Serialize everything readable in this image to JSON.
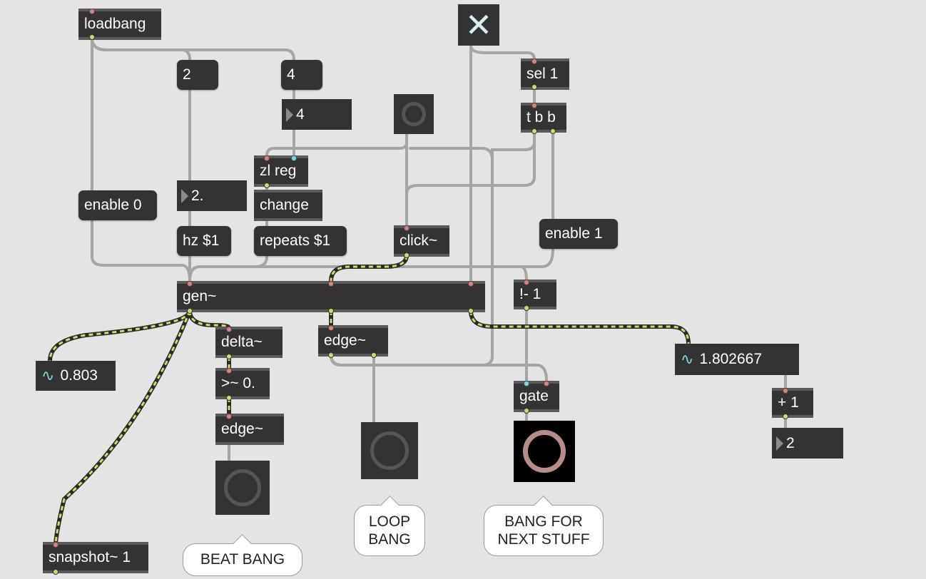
{
  "patch": {
    "objects": {
      "loadbang": "loadbang",
      "sel1": "sel 1",
      "tbb": "t b b",
      "zlreg": "zl reg",
      "change": "change",
      "clicktilde": "click~",
      "gen": "gen~",
      "not1": "!- 1",
      "delta": "delta~",
      "gte": ">~ 0.",
      "edge1": "edge~",
      "edge2": "edge~",
      "gate": "gate",
      "plus1": "+ 1",
      "snapshot": "snapshot~ 1"
    },
    "messages": {
      "two": "2",
      "four": "4",
      "enable0": "enable 0",
      "hz": "hz $1",
      "repeats": "repeats $1",
      "enable1": "enable 1"
    },
    "numbers": {
      "four": "4",
      "twoFloat": "2.",
      "two": "2"
    },
    "signal_numbers": {
      "left": "0.803",
      "right": "1.802667"
    },
    "comments": {
      "loop": "LOOP\nBANG",
      "next": "BANG FOR\nNEXT STUFF",
      "beat": "BEAT BANG"
    },
    "toggle_glyph": "✕"
  },
  "colors": {
    "background": "#e4e4e4",
    "object": "#333333",
    "signal_cord": "#c8e06a",
    "message_cord": "#a8a8a8",
    "bang_active": "#b78d8a"
  }
}
